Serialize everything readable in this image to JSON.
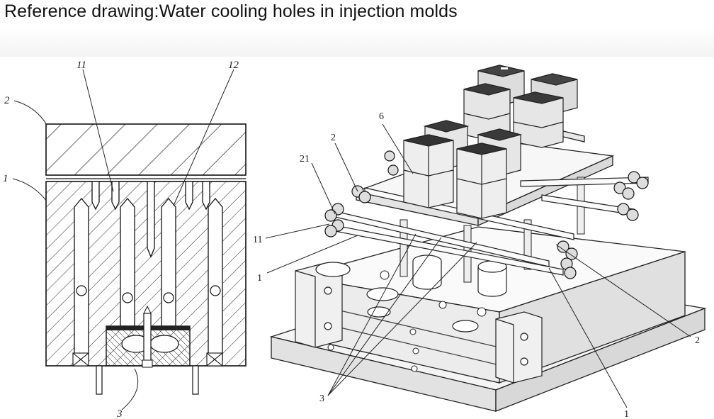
{
  "title": "Reference drawing:Water cooling holes in injection molds",
  "left_drawing": {
    "labels": {
      "l11": "11",
      "l12": "12",
      "l2": "2",
      "l1": "1",
      "l3": "3"
    }
  },
  "right_drawing": {
    "labels": {
      "r6": "6",
      "r2a": "2",
      "r21": "21",
      "r11": "11",
      "r1a": "1",
      "r3": "3",
      "r2b": "2",
      "r1b": "1"
    }
  }
}
